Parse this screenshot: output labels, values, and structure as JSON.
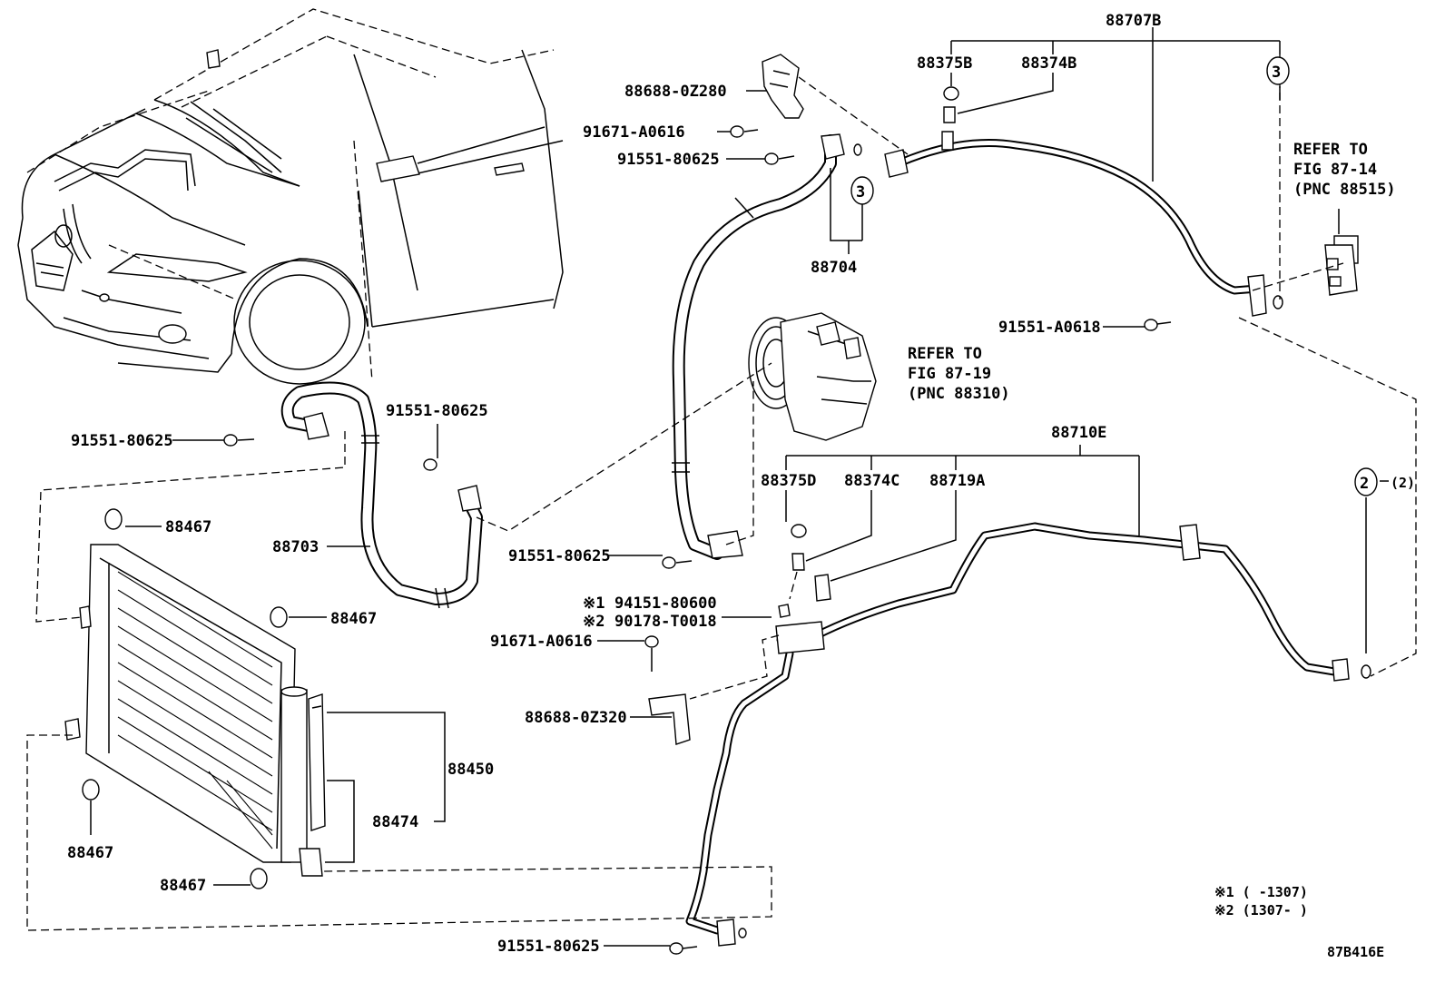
{
  "diagram": {
    "figure_id": "87B416E",
    "parts": {
      "p88707B": "88707B",
      "p88375B": "88375B",
      "p88374B": "88374B",
      "p88688_0Z280": "88688-0Z280",
      "p91671_A0616_top": "91671-A0616",
      "p91551_80625_top": "91551-80625",
      "p88704": "88704",
      "p91551_A0618": "91551-A0618",
      "p91551_80625_left": "91551-80625",
      "p91551_80625_mid": "91551-80625",
      "p88467_a": "88467",
      "p88703": "88703",
      "p88467_b": "88467",
      "p88450": "88450",
      "p88474": "88474",
      "p88467_c": "88467",
      "p88467_d": "88467",
      "p88710E": "88710E",
      "p88375D": "88375D",
      "p88374C": "88374C",
      "p88719A": "88719A",
      "p91551_80625_hose": "91551-80625",
      "p94151_80600": "94151-80600",
      "p90178_T0018": "90178-T0018",
      "p91671_A0616_low": "91671-A0616",
      "p88688_0Z320": "88688-0Z320",
      "p91551_80625_bottom": "91551-80625"
    },
    "refs": {
      "fig_87_14": [
        "REFER TO",
        "FIG 87-14",
        "(PNC 88515)"
      ],
      "fig_87_19": [
        "REFER TO",
        "FIG 87-19",
        "(PNC 88310)"
      ]
    },
    "markers": {
      "circle_3": "3",
      "circle_2": "2",
      "circle_2_note": "(2)",
      "note1_mark": "※1",
      "note2_mark": "※2"
    },
    "notes": {
      "note1": "※1 (        -1307)",
      "note2": "※2 (1307-        )"
    }
  }
}
